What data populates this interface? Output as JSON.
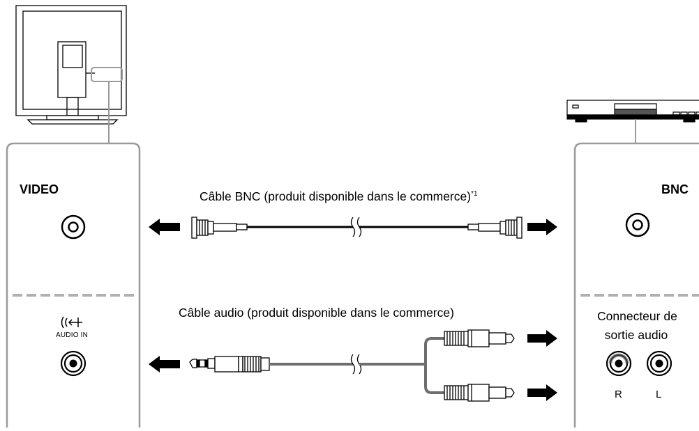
{
  "left_panel": {
    "video_label": "VIDEO",
    "audio_in_label": "AUDIO IN"
  },
  "right_panel": {
    "bnc_label": "BNC",
    "audio_out_label_line1": "Connecteur de",
    "audio_out_label_line2": "sortie audio",
    "channel_r": "R",
    "channel_l": "L"
  },
  "cables": {
    "bnc_caption": "Câble BNC (produit disponible dans le commerce)",
    "bnc_footnote": "*1",
    "audio_caption": "Câble audio (produit disponible dans le commerce)"
  },
  "colors": {
    "panel_stroke": "#9a9a9a",
    "cable_bnc": "#000000",
    "cable_audio": "#6e6e6e",
    "divider": "#b0b0b0"
  }
}
